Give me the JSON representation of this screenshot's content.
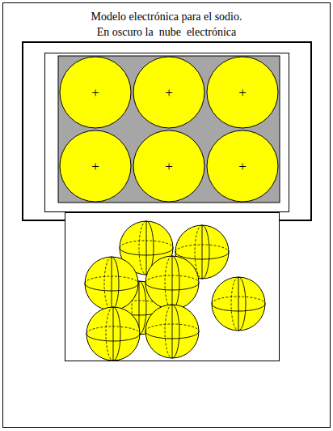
{
  "diagram": {
    "title": "Modelo electrónica para el sodio.",
    "nodes": [
      {
        "text": [
          "+"
        ]
      },
      {
        "text": [
          "+"
        ]
      },
      {
        "text": [
          "+"
        ]
      },
      {
        "text": [
          "+"
        ]
      },
      {
        "text": [
          "+"
        ]
      },
      {
        "text": [
          "+"
        ]
      }
    ],
    "labels": [
      "En oscuro la  nube  electrónica"
    ]
  }
}
